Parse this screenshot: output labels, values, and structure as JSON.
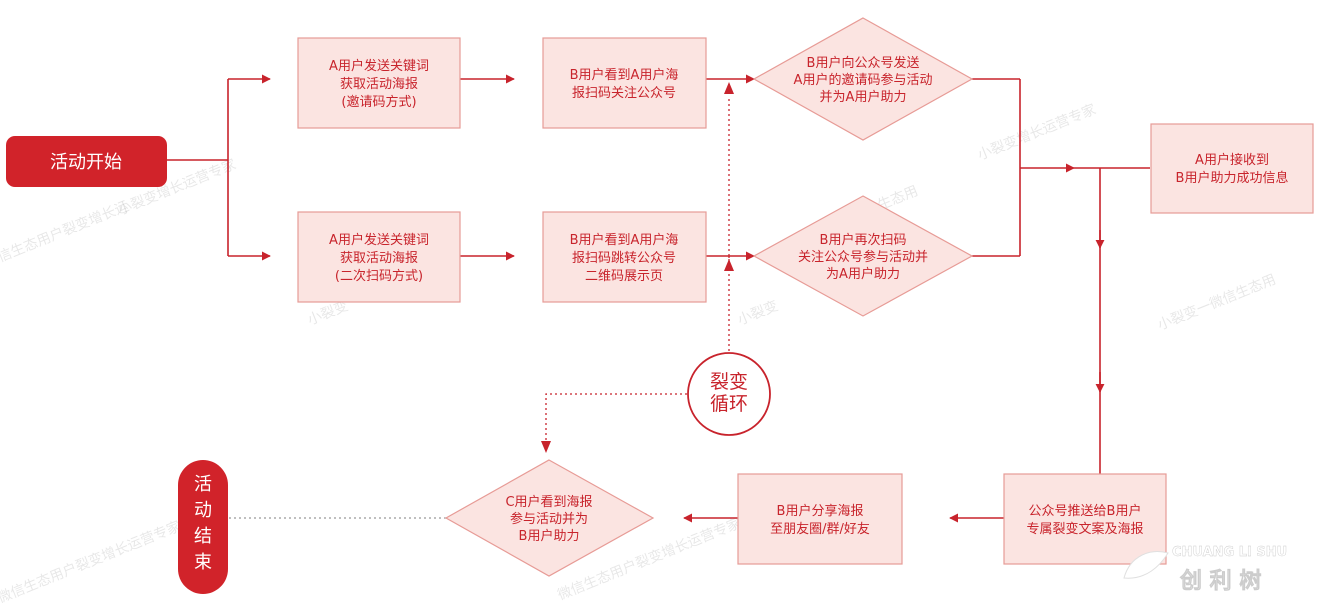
{
  "theme": {
    "accent": "#d1232a",
    "box_fill": "#fbe4e1",
    "box_stroke": "#e79b96",
    "line": "#c8232c"
  },
  "start": {
    "label": "活动开始"
  },
  "end": {
    "label": "活动结束"
  },
  "boxes": {
    "a_keyword_invite": [
      "A用户发送关键词",
      "获取活动海报",
      "(邀请码方式)"
    ],
    "a_keyword_rescan": [
      "A用户发送关键词",
      "获取活动海报",
      "(二次扫码方式)"
    ],
    "b_scan_follow": [
      "B用户看到A用户海",
      "报扫码关注公众号"
    ],
    "b_scan_jump": [
      "B用户看到A用户海",
      "报扫码跳转公众号",
      "二维码展示页"
    ],
    "a_receive": [
      "A用户接收到",
      "B用户助力成功信息"
    ],
    "push_poster": [
      "公众号推送给B用户",
      "专属裂变文案及海报"
    ],
    "b_share": [
      "B用户分享海报",
      "至朋友圈/群/好友"
    ]
  },
  "diamonds": {
    "b_send_code": [
      "B用户向公众号发送",
      "A用户的邀请码参与活动",
      "并为A用户助力"
    ],
    "b_rescan": [
      "B用户再次扫码",
      "关注公众号参与活动并",
      "为A用户助力"
    ],
    "c_see": [
      "C用户看到海报",
      "参与活动并为",
      "B用户助力"
    ]
  },
  "loop": {
    "label": [
      "裂变",
      "循环"
    ]
  },
  "watermark": {
    "texts": [
      "小裂变增长运营专家",
      "信生态用户裂变增长运",
      "小裂变一微信生态用",
      "微信生态用户裂变增长运营专家",
      "小裂变",
      "生态用"
    ]
  },
  "logo": {
    "line1": "CHUANG LI SHU",
    "line2": "创 利 树"
  }
}
